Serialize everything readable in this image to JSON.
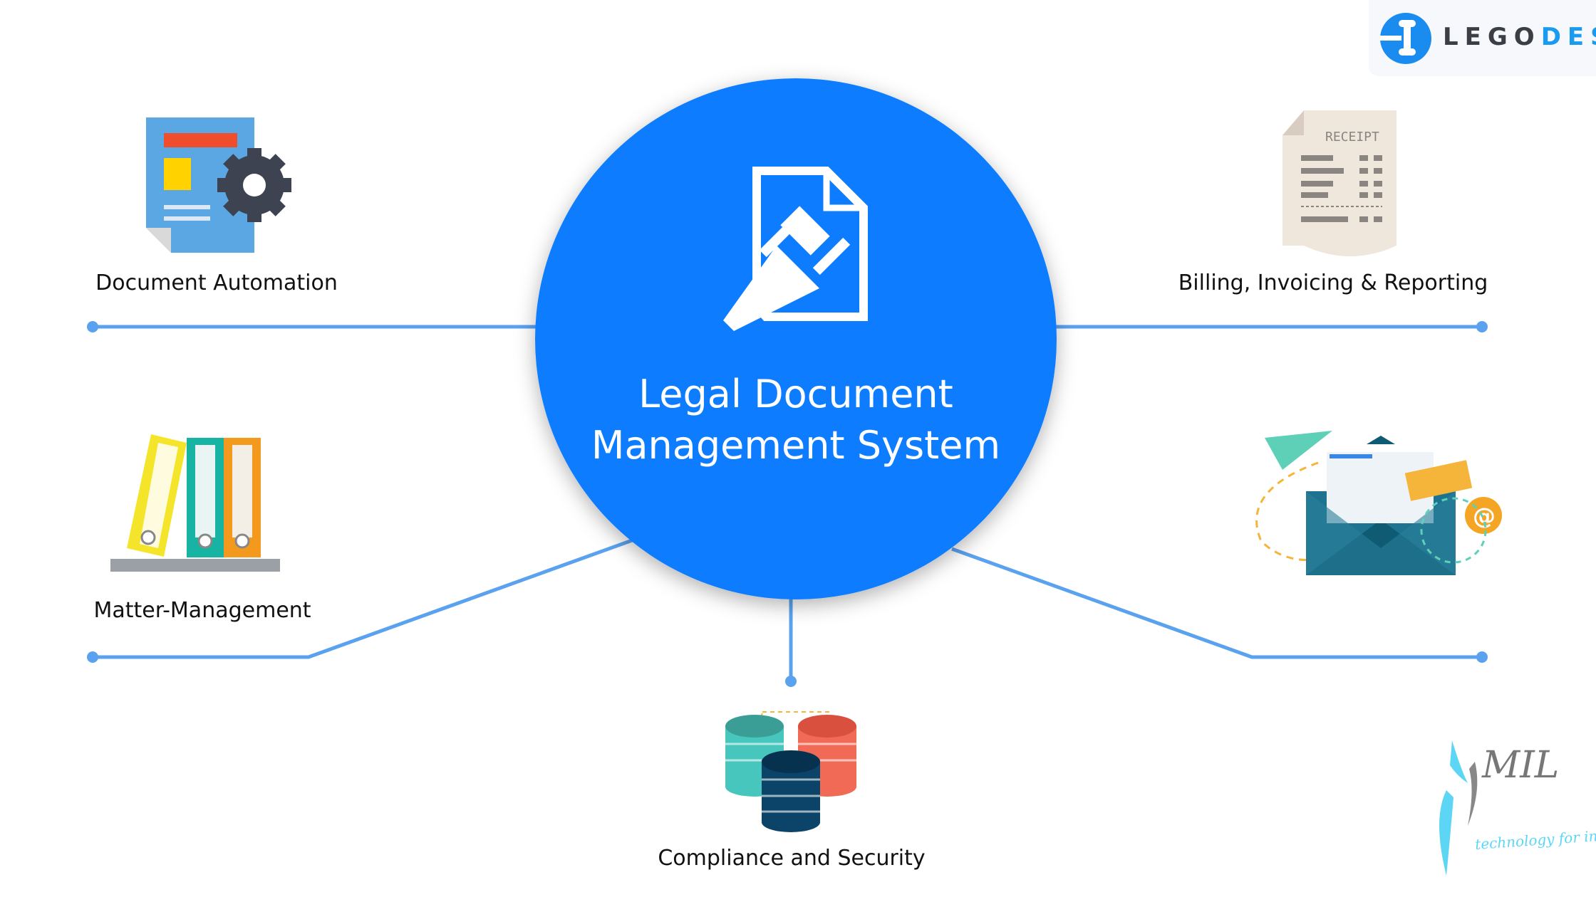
{
  "center": {
    "title_line1": "Legal Document",
    "title_line2": "Management System"
  },
  "features": [
    {
      "label": "Document Automation"
    },
    {
      "label": "Billing, Invoicing & Reporting"
    },
    {
      "label": "Matter-Management"
    },
    {
      "label": "Compliance and Security"
    }
  ],
  "receipt_text": "RECEIPT",
  "logo": {
    "part1": "LEGO",
    "part2": "DESK"
  },
  "watermark": {
    "name": "MIL",
    "tagline": "technology for innovators"
  },
  "colors": {
    "accent": "#0a7cff",
    "line": "#5aa2f0",
    "logo_blue": "#1a9bf0"
  }
}
